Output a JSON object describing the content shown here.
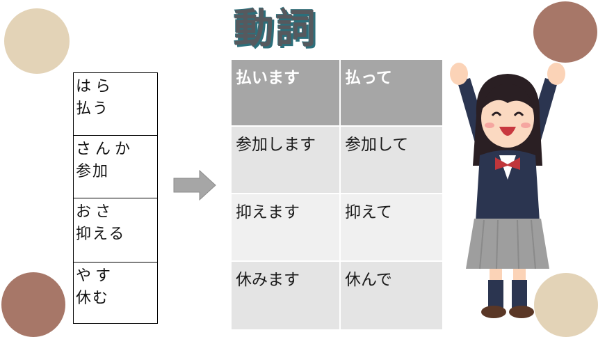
{
  "title": "動詞",
  "vocab": [
    {
      "reading": "はら",
      "word": "払う"
    },
    {
      "reading": "さんか",
      "word": "参加"
    },
    {
      "reading": "おさ",
      "word": "抑える"
    },
    {
      "reading": "やす",
      "word": "休む"
    }
  ],
  "table": {
    "header": [
      "払います",
      "払って"
    ],
    "rows": [
      [
        "参加します",
        "参加して"
      ],
      [
        "抑えます",
        "抑えて"
      ],
      [
        "休みます",
        "休んで"
      ]
    ]
  },
  "colors": {
    "beige": "#e3d3b7",
    "brown": "#a77768",
    "header_gray": "#a6a6a6",
    "title_outline": "#2c6f7b"
  }
}
